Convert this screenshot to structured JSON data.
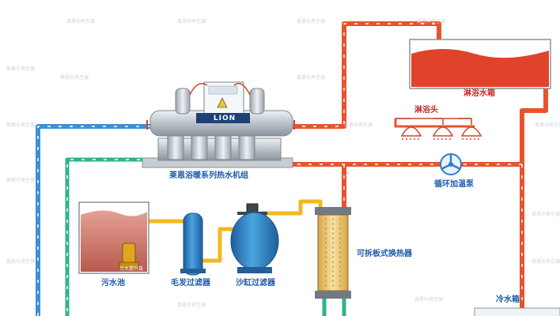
{
  "unit_nameplate": "LION",
  "labels": {
    "hot_tank": "淋浴水箱",
    "shower_heads": "淋浴头",
    "circulation_pump": "循环加温泵",
    "heat_pump_unit": "莱恩浴暖系列热水机组",
    "sewage_pit": "污水池",
    "sewage_pump": "污水提升泵",
    "hair_filter": "毛发过滤器",
    "sand_filter": "沙缸过滤器",
    "plate_heat_exchanger": "可拆板式换热器",
    "cold_tank": "冷水箱"
  },
  "watermark": "莱恩中央空调",
  "colors": {
    "hot_pipe": "#e8532c",
    "cold_pipe": "#3d8fd6",
    "green_pipe": "#2fb38a",
    "yellow_pipe": "#f2b91e",
    "hot_water": "#e0432a",
    "sewage_water": "#c96a5c",
    "filter_blue": "#2f7fc4",
    "label_blue": "#1d5aa8",
    "label_red": "#c62828"
  }
}
